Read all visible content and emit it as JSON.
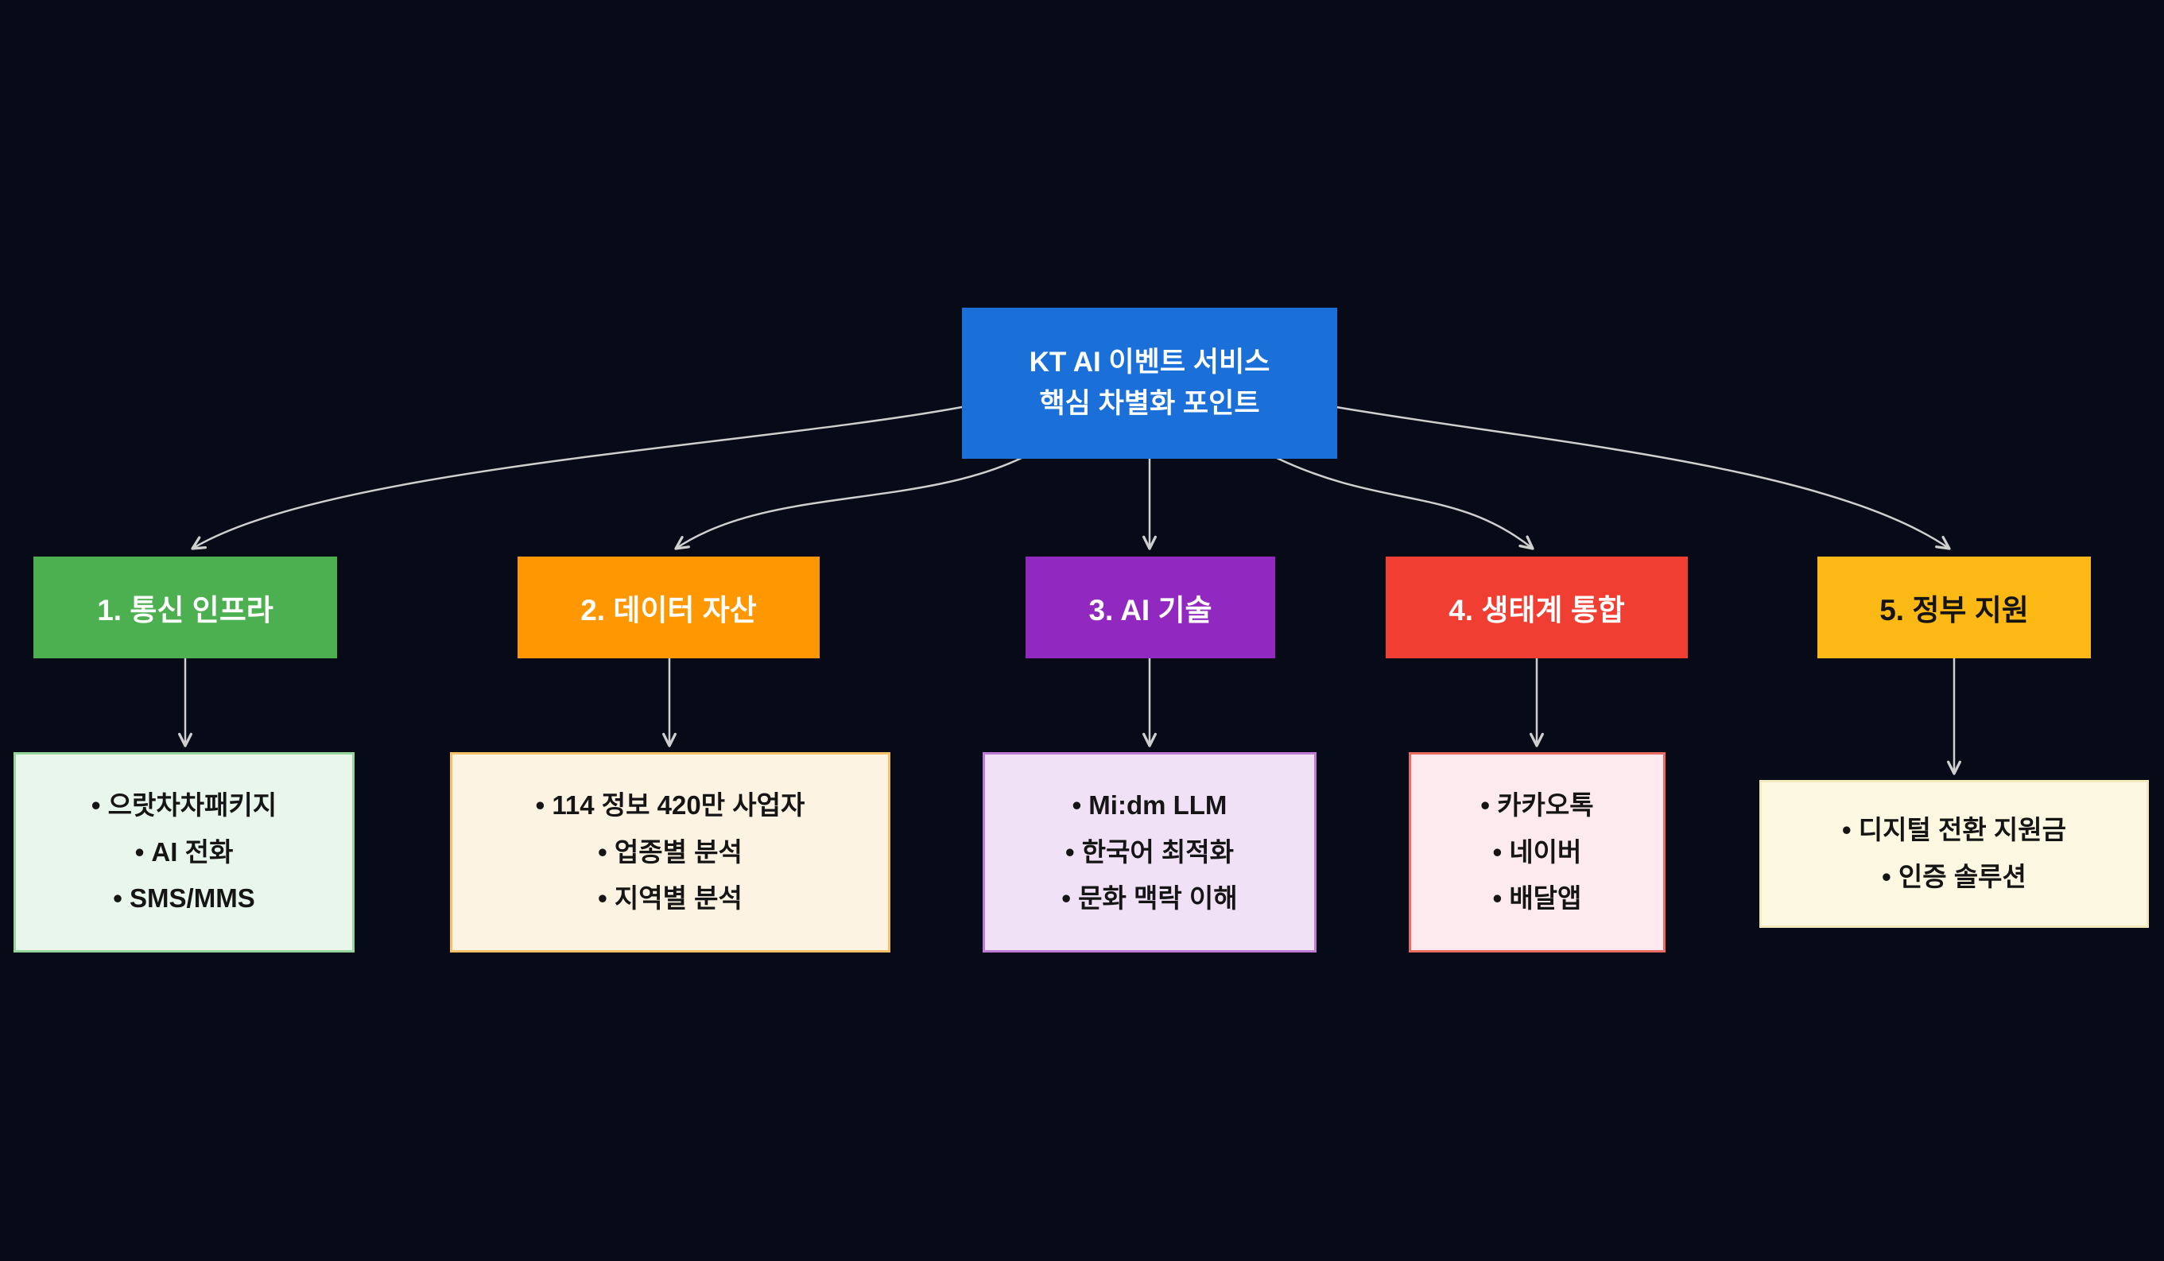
{
  "root": {
    "line1": "KT AI 이벤트 서비스",
    "line2": "핵심 차별화 포인트"
  },
  "branches": [
    {
      "label": "1. 통신 인프라",
      "items": [
        "으랏차차패키지",
        "AI 전화",
        "SMS/MMS"
      ]
    },
    {
      "label": "2. 데이터 자산",
      "items": [
        "114 정보 420만 사업자",
        "업종별 분석",
        "지역별 분석"
      ]
    },
    {
      "label": "3. AI 기술",
      "items": [
        "Mi:dm LLM",
        "한국어 최적화",
        "문화 맥락 이해"
      ]
    },
    {
      "label": "4. 생태계 통합",
      "items": [
        "카카오톡",
        "네이버",
        "배달앱"
      ]
    },
    {
      "label": "5. 정부 지원",
      "items": [
        "디지털 전환 지원금",
        "인증 솔루션"
      ]
    }
  ],
  "colors": {
    "background": "#070b18",
    "arrow": "#cfcfcf",
    "root_box": "#1b6fd8",
    "branch1_header": "#4caf50",
    "branch2_header": "#ff9800",
    "branch3_header": "#9128bf",
    "branch4_header": "#f03e33",
    "branch5_header": "#fcb814",
    "branch1_panel_bg": "#e9f6ec",
    "branch1_panel_border": "#95d79b",
    "branch2_panel_bg": "#fdf3e2",
    "branch2_panel_border": "#f6c06a",
    "branch3_panel_bg": "#f0e1f6",
    "branch3_panel_border": "#bf7cd4",
    "branch4_panel_bg": "#fdeaee",
    "branch4_panel_border": "#e96a60",
    "branch5_panel_bg": "#fdf8e2",
    "branch5_panel_border": "#f3e9bd"
  }
}
